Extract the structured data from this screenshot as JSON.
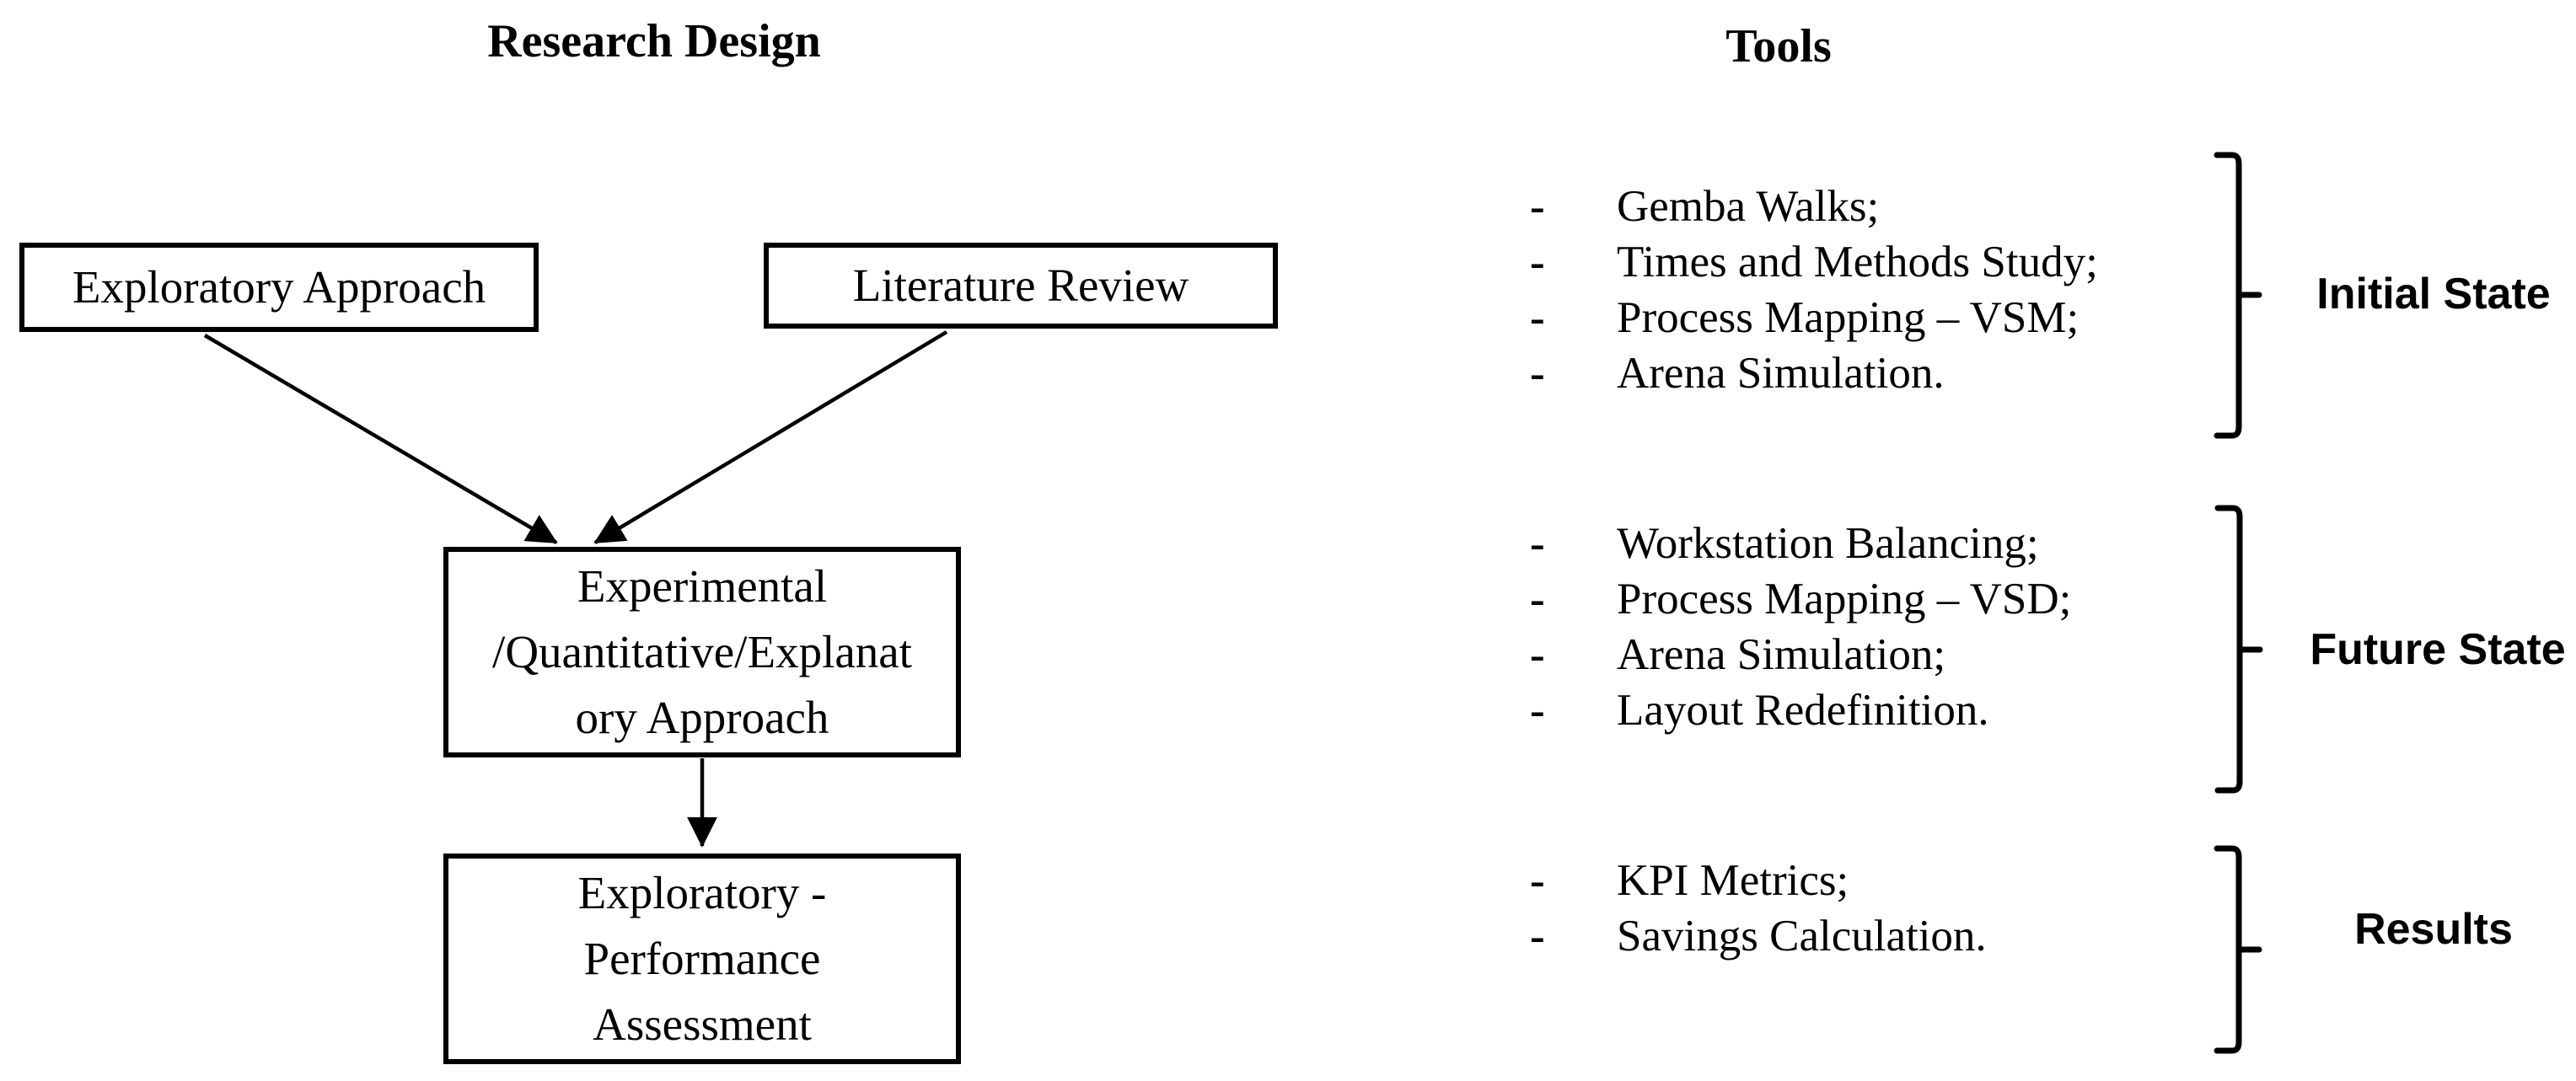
{
  "titles": {
    "research_design": "Research Design",
    "tools": "Tools"
  },
  "flowchart": {
    "box_exploratory": "Exploratory Approach",
    "box_literature": "Literature Review",
    "box_experimental": "Experimental\n/Quantitative/Explanat\nory Approach",
    "box_performance": "Exploratory -\nPerformance\nAssessment"
  },
  "bullet": "-",
  "tools_sections": [
    {
      "label": "Initial State",
      "items": [
        "Gemba Walks;",
        "Times and Methods Study;",
        "Process Mapping – VSM;",
        "Arena Simulation."
      ]
    },
    {
      "label": "Future State",
      "items": [
        "Workstation Balancing;",
        "Process Mapping – VSD;",
        "Arena Simulation;",
        "Layout Redefinition."
      ]
    },
    {
      "label": "Results",
      "items": [
        "KPI Metrics;",
        "Savings Calculation."
      ]
    }
  ],
  "colors": {
    "line": "#000000",
    "text": "#000000",
    "background": "#ffffff"
  }
}
